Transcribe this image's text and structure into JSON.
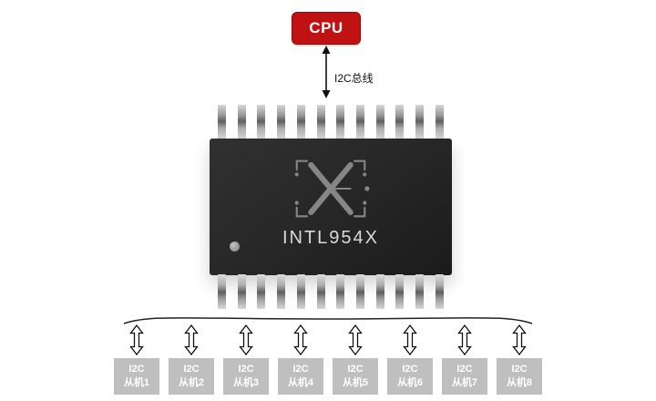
{
  "cpu": {
    "label": "CPU"
  },
  "bus": {
    "label": "I2C总线"
  },
  "chip": {
    "part_number": "INTL954X",
    "pin_count_per_side": 12
  },
  "slaves": [
    {
      "line1": "I2C",
      "line2": "从机1"
    },
    {
      "line1": "I2C",
      "line2": "从机2"
    },
    {
      "line1": "I2C",
      "line2": "从机3"
    },
    {
      "line1": "I2C",
      "line2": "从机4"
    },
    {
      "line1": "I2C",
      "line2": "从机5"
    },
    {
      "line1": "I2C",
      "line2": "从机6"
    },
    {
      "line1": "I2C",
      "line2": "从机7"
    },
    {
      "line1": "I2C",
      "line2": "从机8"
    }
  ],
  "colors": {
    "cpu_bg": "#c01212",
    "chip_body": "#262626",
    "chip_text": "#d9d9d9",
    "slave_bg": "#bfbfbf",
    "slave_text": "#ffffff",
    "line": "#1c1c1c"
  }
}
